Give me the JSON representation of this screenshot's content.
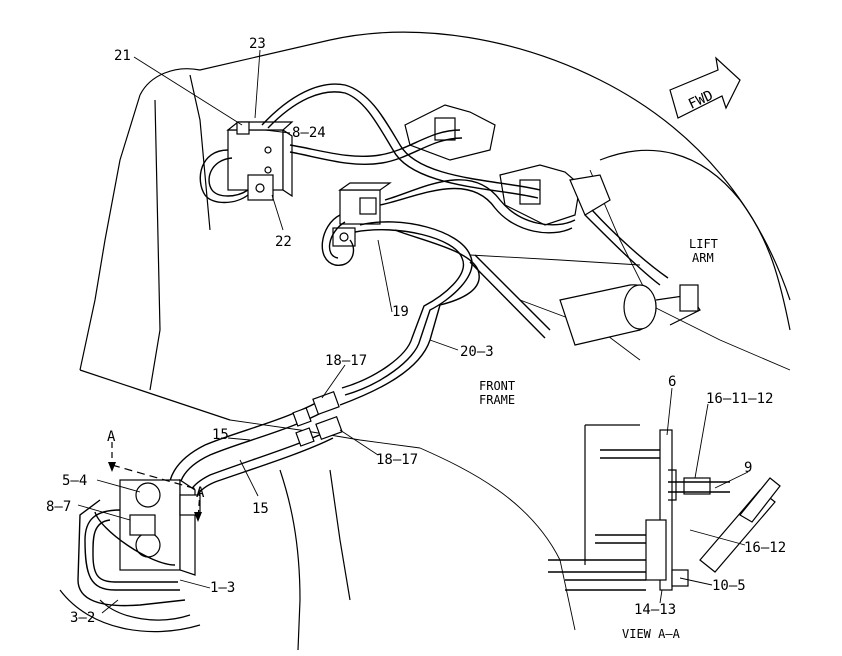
{
  "callouts": {
    "c21": "21",
    "c23": "23",
    "c8_24": "8–24",
    "c22": "22",
    "c19": "19",
    "c20_3": "20–3",
    "c18_17_top": "18–17",
    "c18_17_bottom": "18–17",
    "c15_top": "15",
    "c15_bottom": "15",
    "c5_4": "5–4",
    "c8_7": "8–7",
    "c1_3": "1–3",
    "c3_2": "3–2",
    "c6": "6",
    "c16_11_12": "16–11–12",
    "c9": "9",
    "c16_12": "16–12",
    "c10_5": "10–5",
    "c14_13": "14–13"
  },
  "labels": {
    "lift": "LIFT",
    "arm": "ARM",
    "front": "FRONT",
    "frame": "FRAME",
    "view": "VIEW  A–A",
    "section_a_left": "A",
    "section_a_right": "A",
    "fwd": "FWD"
  }
}
